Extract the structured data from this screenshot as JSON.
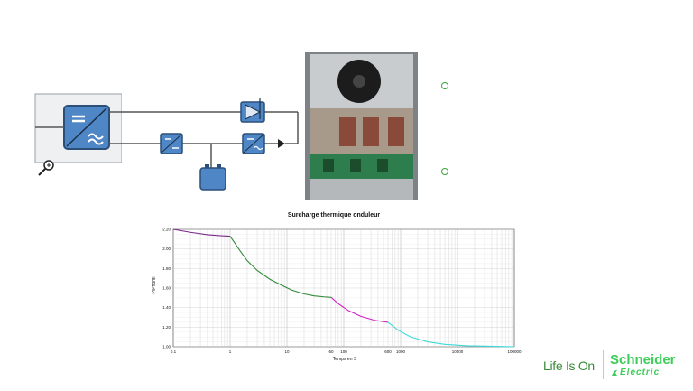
{
  "chart_data": {
    "type": "line",
    "title": "Surcharge thermique onduleur",
    "xlabel": "Temps en S",
    "ylabel": "P/Pnomi",
    "x_scale": "log",
    "xlim": [
      0.1,
      100000
    ],
    "ylim": [
      1.0,
      2.2
    ],
    "grid": true,
    "x_ticks": [
      "0.1",
      "1",
      "10",
      "60",
      "100",
      "600",
      "1000",
      "10000",
      "100000"
    ],
    "y_ticks": [
      "1.00",
      "1.20",
      "1.40",
      "1.60",
      "1.80",
      "2.00",
      "2.20"
    ],
    "series": [
      {
        "color": "#7a2a8a",
        "x": [
          0.1,
          0.2,
          0.4,
          0.7,
          1.0
        ],
        "y": [
          2.2,
          2.17,
          2.145,
          2.135,
          2.13
        ]
      },
      {
        "color": "#2f8a3a",
        "x": [
          1.0,
          1.5,
          2,
          3,
          5,
          8,
          12,
          20,
          30,
          45,
          60
        ],
        "y": [
          2.13,
          1.98,
          1.88,
          1.78,
          1.69,
          1.63,
          1.58,
          1.54,
          1.52,
          1.51,
          1.505
        ]
      },
      {
        "color": "#d020c8",
        "x": [
          60,
          80,
          120,
          200,
          350,
          600
        ],
        "y": [
          1.505,
          1.44,
          1.37,
          1.31,
          1.27,
          1.25
        ]
      },
      {
        "color": "#40d8d8",
        "x": [
          600,
          900,
          1500,
          3000,
          6000,
          15000,
          40000,
          100000
        ],
        "y": [
          1.25,
          1.17,
          1.1,
          1.05,
          1.025,
          1.01,
          1.005,
          1.0
        ]
      }
    ]
  },
  "colors": {
    "accent": "#3dcd58",
    "bullet": "#3aa23a",
    "diagram_block": "#4f86c6"
  },
  "icons": [
    "inverter-icon",
    "rectifier-icon",
    "battery-icon",
    "static-switch-icon",
    "zoom-icon"
  ],
  "brand": {
    "tagline": "Life Is On",
    "name": "Schneider",
    "sub": "Electric"
  }
}
